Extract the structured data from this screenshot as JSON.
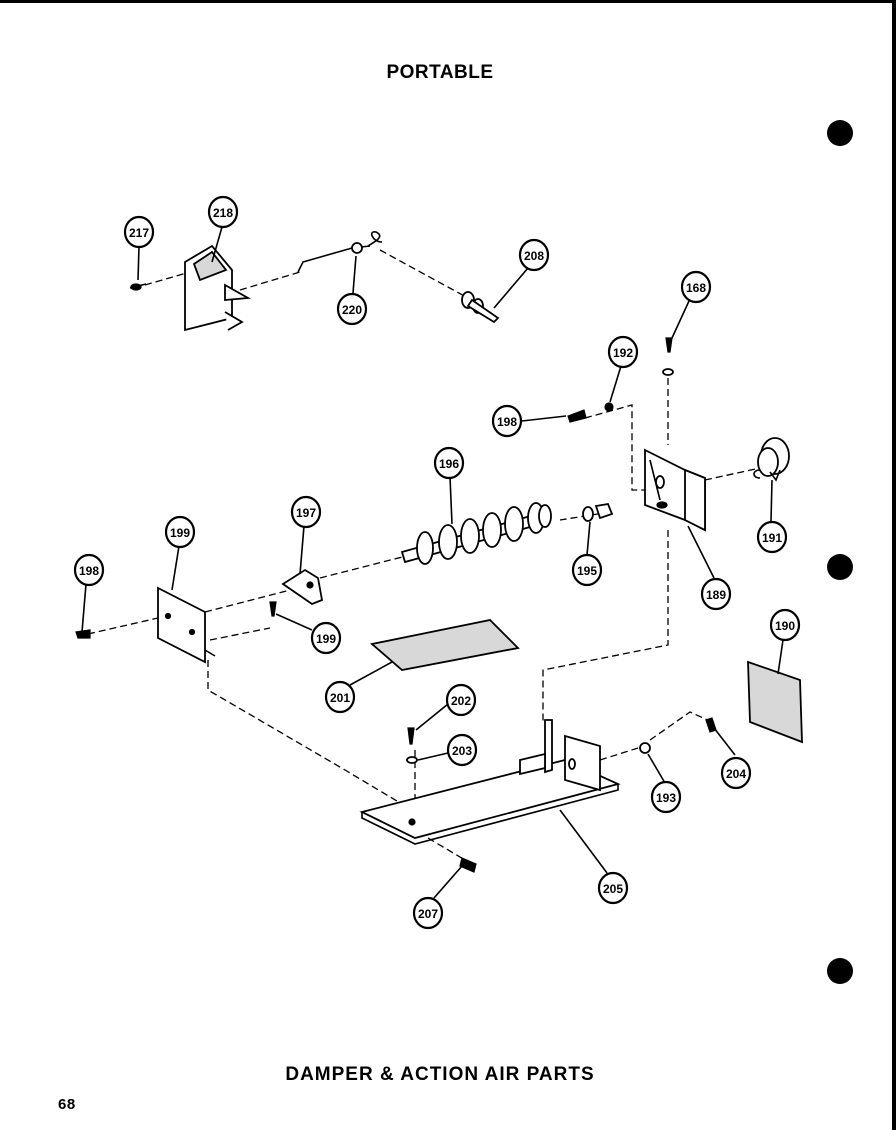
{
  "header": {
    "title": "PORTABLE"
  },
  "footer": {
    "caption": "DAMPER & ACTION AIR PARTS",
    "page_number": "68"
  },
  "callouts": [
    {
      "id": "217",
      "label": "217"
    },
    {
      "id": "218",
      "label": "218"
    },
    {
      "id": "220",
      "label": "220"
    },
    {
      "id": "208",
      "label": "208"
    },
    {
      "id": "168",
      "label": "168"
    },
    {
      "id": "192",
      "label": "192"
    },
    {
      "id": "198a",
      "label": "198"
    },
    {
      "id": "196",
      "label": "196"
    },
    {
      "id": "197",
      "label": "197"
    },
    {
      "id": "199a",
      "label": "199"
    },
    {
      "id": "198b",
      "label": "198"
    },
    {
      "id": "195",
      "label": "195"
    },
    {
      "id": "191",
      "label": "191"
    },
    {
      "id": "189",
      "label": "189"
    },
    {
      "id": "199b",
      "label": "199"
    },
    {
      "id": "201",
      "label": "201"
    },
    {
      "id": "190",
      "label": "190"
    },
    {
      "id": "202",
      "label": "202"
    },
    {
      "id": "203",
      "label": "203"
    },
    {
      "id": "204",
      "label": "204"
    },
    {
      "id": "193",
      "label": "193"
    },
    {
      "id": "205",
      "label": "205"
    },
    {
      "id": "207",
      "label": "207"
    }
  ]
}
